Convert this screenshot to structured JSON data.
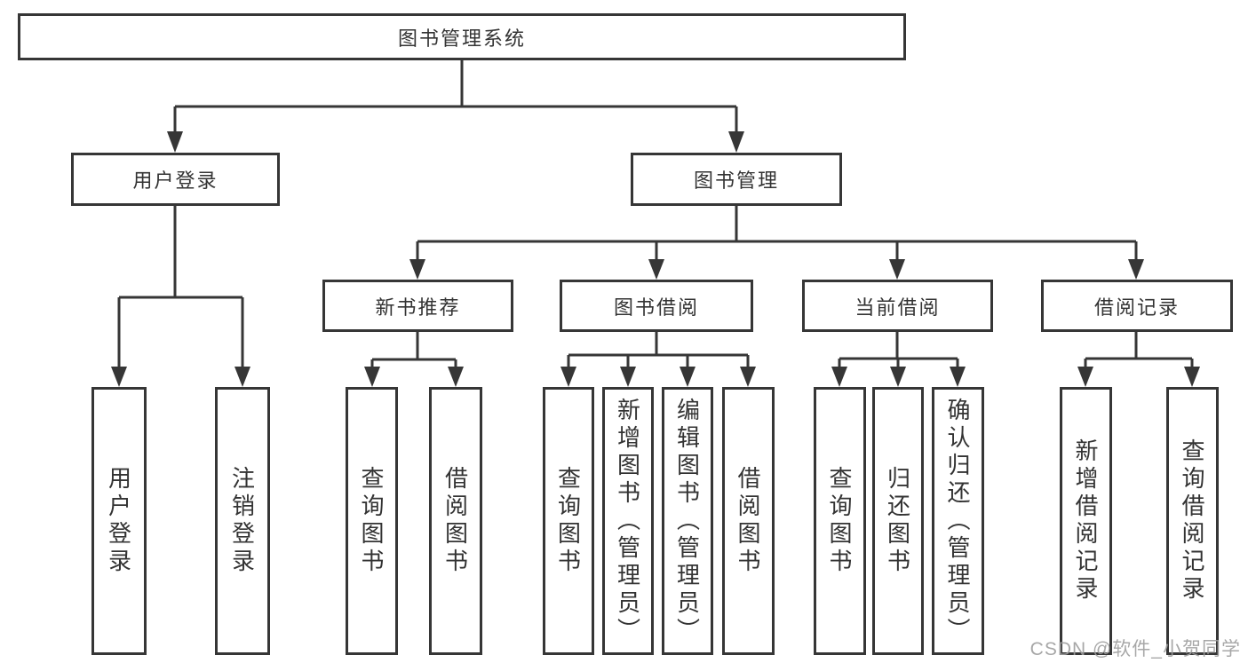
{
  "diagram_type": "hierarchy-tree",
  "colors": {
    "line": "#363636",
    "box_border": "#363636",
    "box_background": "#ffffff",
    "text": "#333333",
    "watermark": "#9e9e9e"
  },
  "tree": {
    "label": "图书管理系统",
    "children": [
      {
        "label": "用户登录",
        "children": [
          {
            "label": "用户登录"
          },
          {
            "label": "注销登录"
          }
        ]
      },
      {
        "label": "图书管理",
        "children": [
          {
            "label": "新书推荐",
            "children": [
              {
                "label": "查询图书"
              },
              {
                "label": "借阅图书"
              }
            ]
          },
          {
            "label": "图书借阅",
            "children": [
              {
                "label": "查询图书"
              },
              {
                "label": "新增图书（管理员）"
              },
              {
                "label": "编辑图书（管理员）"
              },
              {
                "label": "借阅图书"
              }
            ]
          },
          {
            "label": "当前借阅",
            "children": [
              {
                "label": "查询图书"
              },
              {
                "label": "归还图书"
              },
              {
                "label": "确认归还（管理员）"
              }
            ]
          },
          {
            "label": "借阅记录",
            "children": [
              {
                "label": "新增借阅记录"
              },
              {
                "label": "查询借阅记录"
              }
            ]
          }
        ]
      }
    ]
  },
  "watermark": "CSDN @软件_小贺同学"
}
